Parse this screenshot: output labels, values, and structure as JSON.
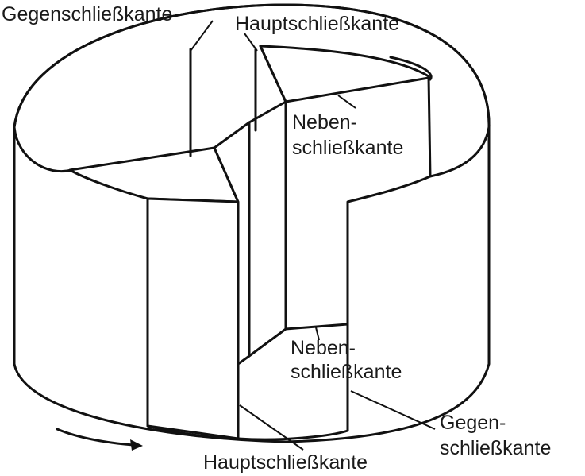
{
  "labels": {
    "gegen_top": "Gegenschließkante",
    "haupt_top": "Hauptschließkante",
    "neben_upper_1": "Neben-",
    "neben_upper_2": "schließkante",
    "neben_lower_1": "Neben-",
    "neben_lower_2": "schließkante",
    "gegen_bottom_1": "Gegen-",
    "gegen_bottom_2": "schließkante",
    "haupt_bottom": "Hauptschließkante"
  },
  "icons": {
    "rotation": "rotation-arrow-icon"
  },
  "colors": {
    "line": "#111111",
    "background": "#ffffff"
  }
}
